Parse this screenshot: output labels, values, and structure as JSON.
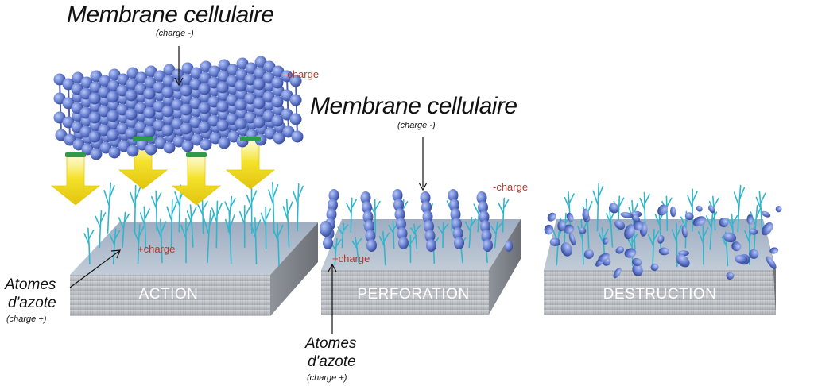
{
  "labels": {
    "membrane_title_1": "Membrane cellulaire",
    "membrane_charge_1": "(charge -)",
    "membrane_title_2": "Membrane cellulaire",
    "membrane_charge_2": "(charge -)",
    "neg_charge_1": "-charge",
    "neg_charge_2": "-charge",
    "pos_charge_1": "+charge",
    "pos_charge_2": "+charge",
    "nitrogen_1_line1": "Atomes",
    "nitrogen_1_line2": "d'azote",
    "nitrogen_1_charge": "(charge +)",
    "nitrogen_2_line1": "Atomes",
    "nitrogen_2_line2": "d'azote",
    "nitrogen_2_charge": "(charge +)"
  },
  "stages": [
    {
      "label": "ACTION"
    },
    {
      "label": "PERFORATION"
    },
    {
      "label": "DESTRUCTION"
    }
  ],
  "colors": {
    "sphere": "#6f86d6",
    "spike": "#2fb6cc",
    "arrow": "#f2dc1c",
    "block_top": "#a9b5c6",
    "block_front": "#b8bcc2",
    "charge_text": "#b03a2e"
  }
}
